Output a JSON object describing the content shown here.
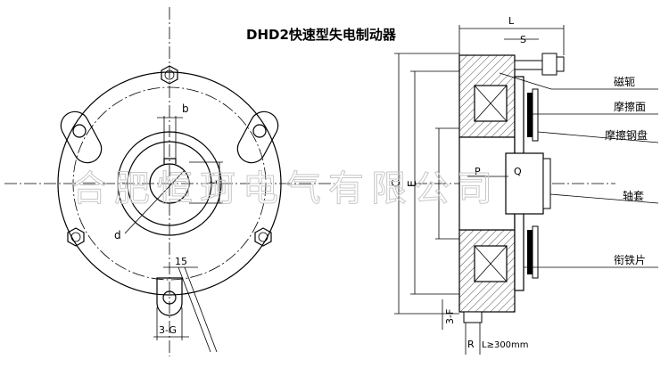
{
  "title": "DHD2快速型失电制动器",
  "watermark": "合肥恒珂电气有限公司",
  "front_view": {
    "dim_b": "b",
    "dim_d": "d",
    "dim_t": "t",
    "dim_15": "15",
    "dim_3g": "3-G"
  },
  "section_view": {
    "dim_L": "L",
    "dim_S": "S",
    "dim_C": "C",
    "dim_E": "E",
    "dim_P": "P",
    "dim_Q": "Q",
    "dim_3f": "3-F",
    "dim_R": "R",
    "cable_note": "L≥300mm"
  },
  "callouts": [
    "磁轭",
    "摩擦面",
    "摩擦钢盘",
    "轴套",
    "衔铁片"
  ]
}
